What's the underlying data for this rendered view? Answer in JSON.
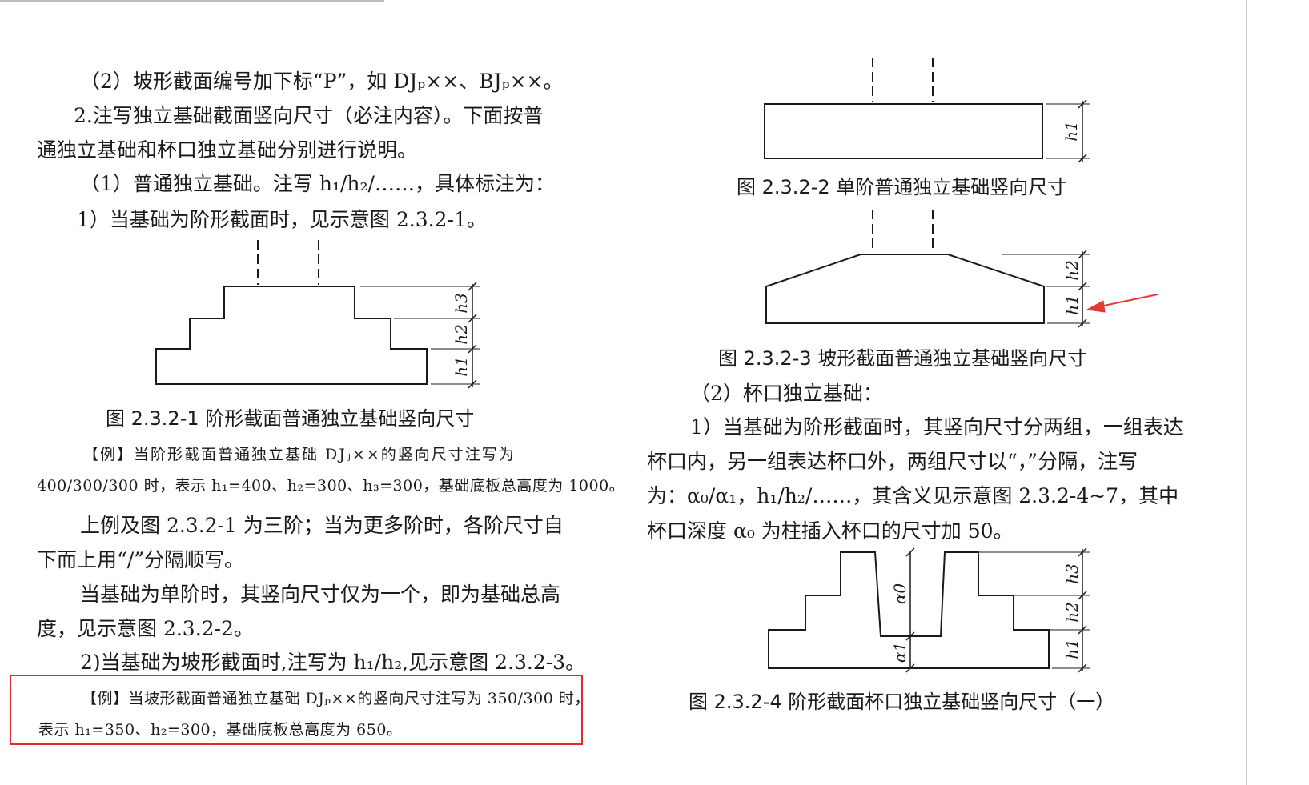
{
  "left_column": {
    "item_2": "（2）坡形截面编号加下标“P”，如 DJₚ××、BJₚ××。",
    "section_2_line1": "2.注写独立基础截面竖向尺寸（必注内容）。下面按普",
    "section_2_line2": "通独立基础和杯口独立基础分别进行说明。",
    "ordinary_line": "（1）普通独立基础。注写 h₁/h₂/……，具体标注为：",
    "step_line": "1）当基础为阶形截面时，见示意图 2.3.2-1。",
    "fig1": {
      "caption": "图 2.3.2-1 阶形截面普通独立基础竖向尺寸",
      "labels": [
        "h3",
        "h2",
        "h1"
      ]
    },
    "example1_line1": "【例】当阶形截面普通独立基础 DJⱼ××的竖向尺寸注写为",
    "example1_line2": "400/300/300 时，表示 h₁=400、h₂=300、h₃=300，基础底板总高度为 1000。",
    "para_three_1": "上例及图 2.3.2-1 为三阶；当为更多阶时，各阶尺寸自",
    "para_three_2": "下而上用“/”分隔顺写。",
    "para_single_1": "当基础为单阶时，其竖向尺寸仅为一个，即为基础总高",
    "para_single_2": "度，见示意图 2.3.2-2。",
    "slope_line": "2)当基础为坡形截面时,注写为 h₁/h₂,见示意图 2.3.2-3。",
    "example2_line1": "【例】当坡形截面普通独立基础 DJₚ××的竖向尺寸注写为 350/300 时，",
    "example2_line2": "表示 h₁=350、h₂=300，基础底板总高度为 650。"
  },
  "right_column": {
    "fig2": {
      "caption": "图 2.3.2-2 单阶普通独立基础竖向尺寸",
      "labels": [
        "h1"
      ]
    },
    "fig3": {
      "caption": "图 2.3.2-3 坡形截面普通独立基础竖向尺寸",
      "labels": [
        "h2",
        "h1"
      ]
    },
    "cup_heading": "（2）杯口独立基础：",
    "cup_line1": "1）当基础为阶形截面时，其竖向尺寸分两组，一组表达",
    "cup_line2": "杯口内，另一组表达杯口外，两组尺寸以“，”分隔，注写",
    "cup_line3": "为：α₀/α₁，h₁/h₂/……，其含义见示意图 2.3.2-4~7，其中",
    "cup_line4": "杯口深度 α₀ 为柱插入杯口的尺寸加 50。",
    "fig4": {
      "caption": "图 2.3.2-4 阶形截面杯口独立基础竖向尺寸（一）",
      "labels": [
        "α0",
        "α1",
        "h3",
        "h2",
        "h1"
      ]
    }
  },
  "colors": {
    "highlight_box": "#e02a2a",
    "arrow": "#e53935",
    "ink": "#1a1a1a"
  }
}
